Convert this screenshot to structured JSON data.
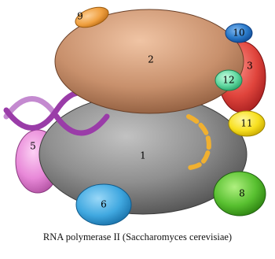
{
  "caption": "RNA polymerase II (Saccharomyces cerevisiae)",
  "subunits": [
    {
      "id": "1",
      "label": "1",
      "color": "#8c8c8c"
    },
    {
      "id": "2",
      "label": "2",
      "color": "#c8906c"
    },
    {
      "id": "3",
      "label": "3",
      "color": "#e0443c"
    },
    {
      "id": "5",
      "label": "5",
      "color": "#e888d8"
    },
    {
      "id": "6",
      "label": "6",
      "color": "#40a8e0"
    },
    {
      "id": "8",
      "label": "8",
      "color": "#58c030"
    },
    {
      "id": "9",
      "label": "9",
      "color": "#f0a040"
    },
    {
      "id": "10",
      "label": "10",
      "color": "#2878c8"
    },
    {
      "id": "11",
      "label": "11",
      "color": "#f8e020"
    },
    {
      "id": "12",
      "label": "12",
      "color": "#60d8a0"
    }
  ],
  "dna_color": "#9a3ca8",
  "rna_color": "#f0b030"
}
